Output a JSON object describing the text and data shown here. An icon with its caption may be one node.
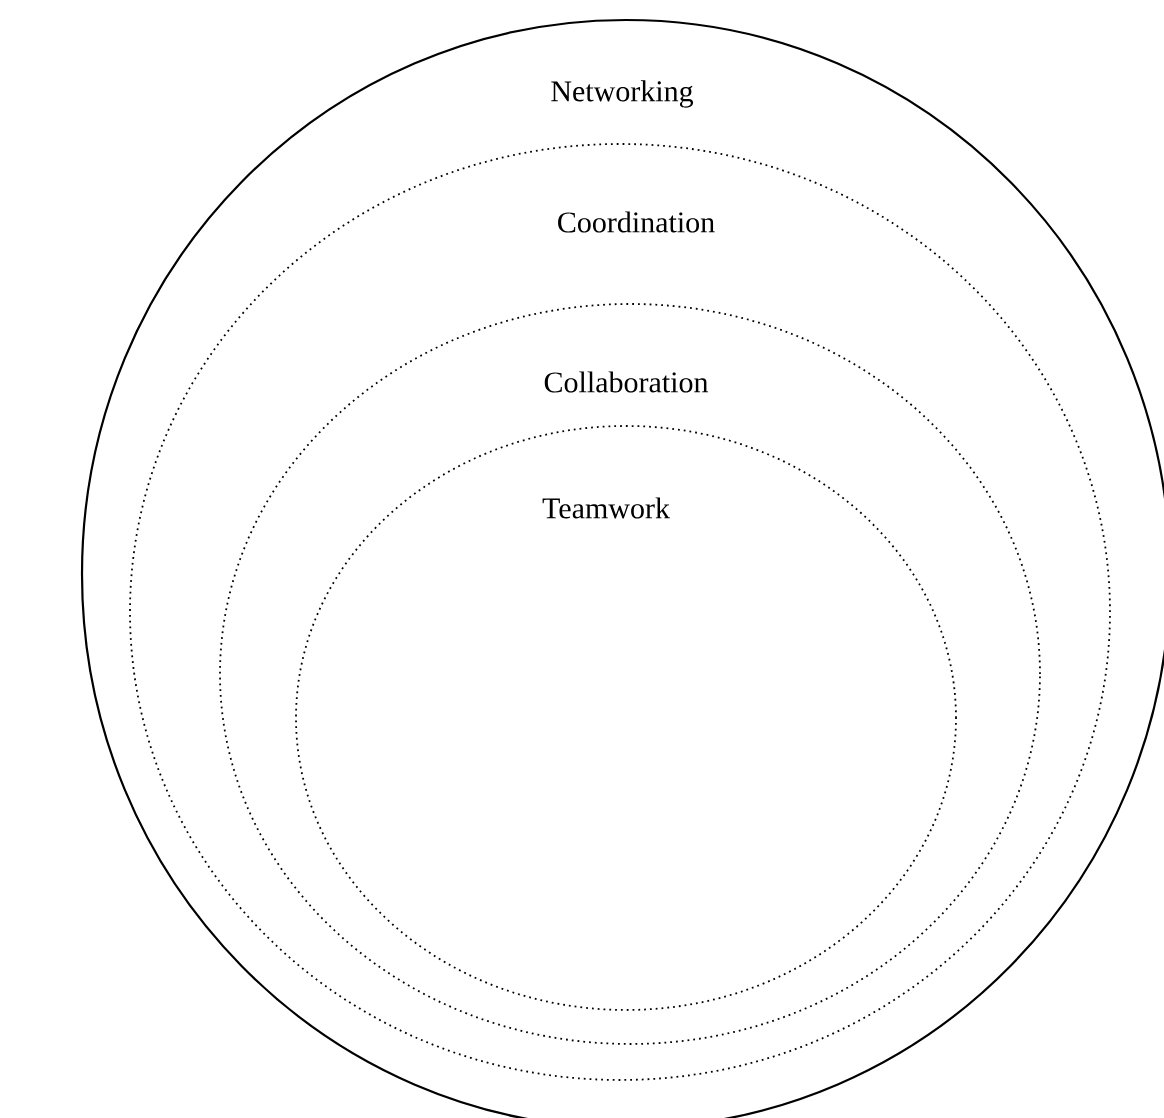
{
  "diagram": {
    "nodes": [
      {
        "text": [
          "Networking"
        ]
      },
      {
        "text": [
          "Coordination"
        ],
        "in": 0
      },
      {
        "text": [
          "Collaboration"
        ],
        "in": 1
      },
      {
        "text": [
          "Teamwork"
        ],
        "in": 2
      }
    ]
  }
}
